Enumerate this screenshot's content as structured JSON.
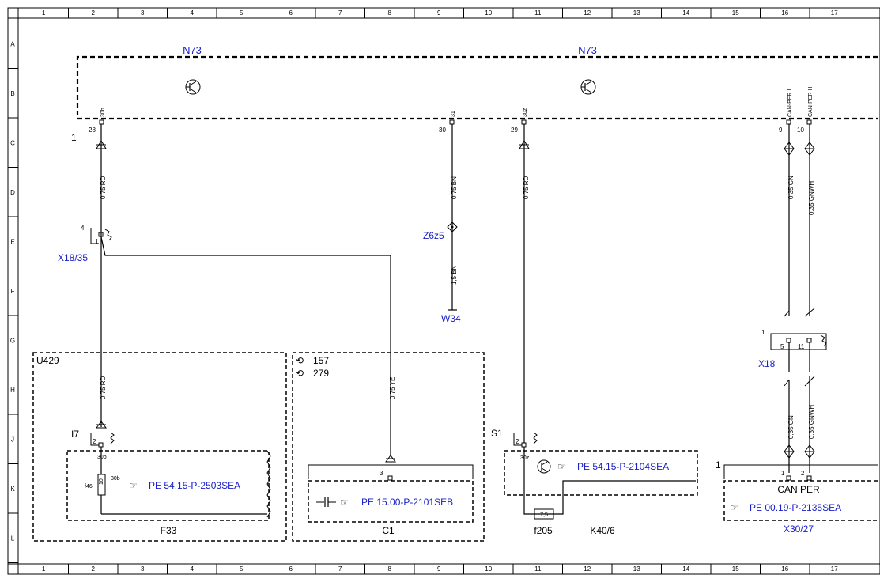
{
  "grid": {
    "columns": [
      "1",
      "2",
      "3",
      "4",
      "5",
      "6",
      "7",
      "8",
      "9",
      "10",
      "11",
      "12",
      "13",
      "14",
      "15",
      "16",
      "17"
    ],
    "rows": [
      "A",
      "B",
      "C",
      "D",
      "E",
      "F",
      "G",
      "H",
      "J",
      "K",
      "L"
    ]
  },
  "components": {
    "n73_left": "N73",
    "n73_right": "N73",
    "n73_pin_group": "1",
    "x18_35": "X18/35",
    "x18_35_pin4": "4",
    "x18_35_pin1": "1",
    "z6z5": "Z6z5",
    "w34": "W34",
    "u429": "U429",
    "f33": "F33",
    "f46": "f46",
    "c1": "C1",
    "k40_6": "K40/6",
    "f205": "f205",
    "f205_value": "7,5",
    "x18": "X18",
    "x18_pin1": "1",
    "x18_pin5": "5",
    "x18_pin11": "11",
    "x30_27": "X30/27",
    "x30_27_pin1": "1",
    "x30_27_pin_a": "1",
    "x30_27_pin_b": "2",
    "can_per": "CAN PER",
    "i7": "I7",
    "i7_pin": "2",
    "s1": "S1",
    "s1_pin": "2",
    "c1_pin": "3"
  },
  "pins": {
    "p28": "28",
    "p28_name": "30b",
    "p30": "30",
    "p30_name": "31",
    "p29": "29",
    "p29_name": "30z",
    "p9": "9",
    "p9_name": "CAN-PER L",
    "p10": "10",
    "p10_name": "CAN-PER H",
    "f33_30b_top": "30b",
    "f33_30b_side": "30b",
    "f46_value": "10",
    "k40_30z": "30z"
  },
  "wires": {
    "w1": "0,75 RD",
    "w2": "0,75 BN",
    "w3": "0,75 RD",
    "w4": "0,35 GN",
    "w5": "0,35 GNWH",
    "w6": "1,5 BN",
    "w7": "0,75 RD",
    "w8": "0,75 YE",
    "w9": "0,35 GN",
    "w10": "0,35 GNWH"
  },
  "references": {
    "f33_ref": "PE 54.15-P-2503SEA",
    "c1_ref": "PE 15.00-P-2101SEB",
    "k40_ref": "PE 54.15-P-2104SEA",
    "x30_ref": "PE 00.19-P-2135SEA"
  },
  "notes": {
    "n157": "157",
    "n279": "279"
  },
  "colors": {
    "link": "#1a22c8",
    "line": "#000000"
  }
}
